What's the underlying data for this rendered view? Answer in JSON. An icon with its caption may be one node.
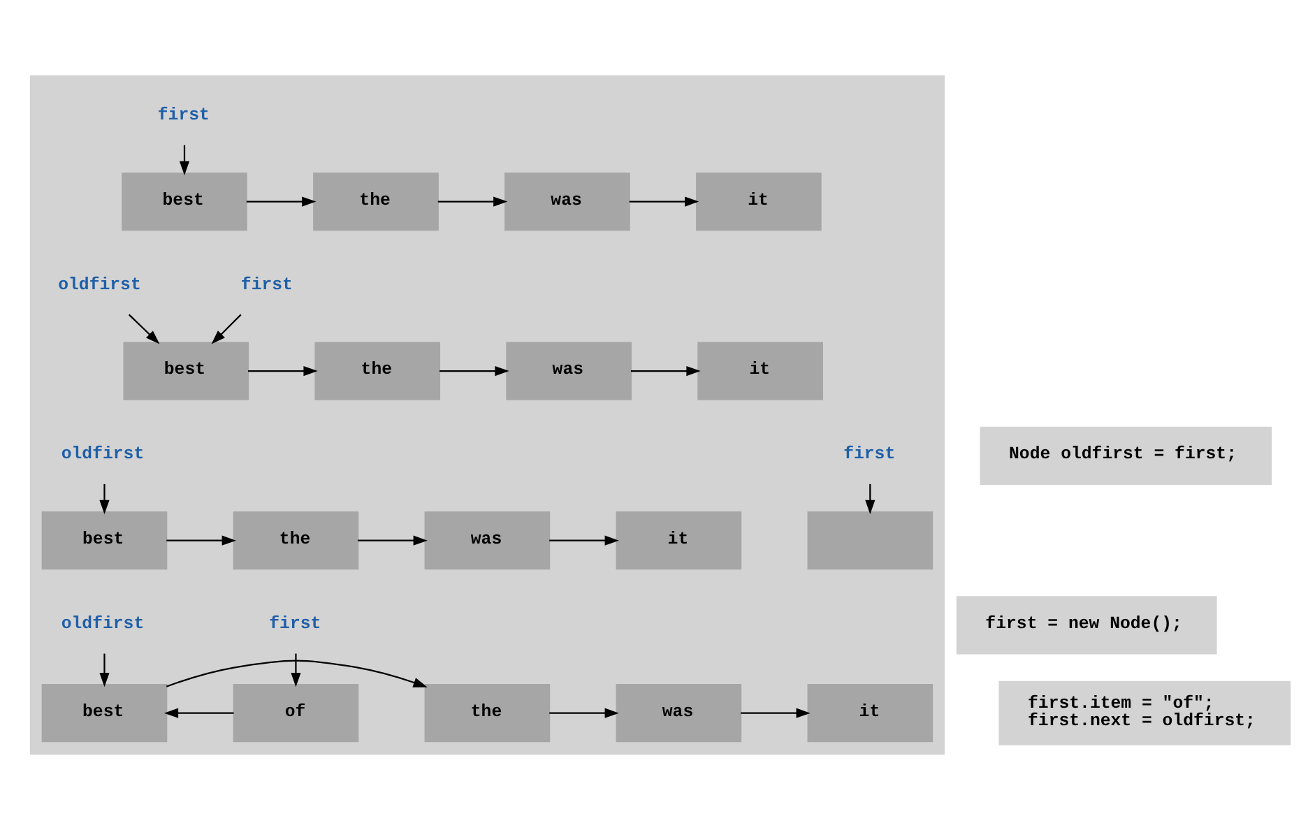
{
  "diagram": {
    "nodes": [
      {
        "text": [],
        "shape": "box"
      },
      {
        "text": [
          "first"
        ],
        "in": 0
      },
      {
        "text": [
          "best"
        ],
        "in": 0
      },
      {
        "text": [
          "the"
        ],
        "in": 0
      },
      {
        "text": [
          "was"
        ],
        "in": 0
      },
      {
        "text": [
          "it"
        ],
        "in": 0
      },
      {
        "text": [
          "first"
        ],
        "in": 0
      },
      {
        "text": [
          "oldfirst"
        ],
        "in": 0
      },
      {
        "text": [
          "best"
        ],
        "in": 0
      },
      {
        "text": [
          "the"
        ],
        "in": 0
      },
      {
        "text": [
          "was"
        ],
        "in": 0
      },
      {
        "text": [
          "it"
        ],
        "in": 0
      },
      {
        "text": [
          "first"
        ],
        "in": 0
      },
      {
        "text": [
          "oldfirst"
        ],
        "in": 0
      },
      {
        "text": [],
        "shape": "box",
        "in": 0
      },
      {
        "text": [
          "best"
        ],
        "in": 0
      },
      {
        "text": [
          "the"
        ],
        "in": 0
      },
      {
        "text": [
          "was"
        ],
        "in": 0
      },
      {
        "text": [
          "it"
        ],
        "in": 0
      },
      {
        "text": [
          "first"
        ],
        "in": 0
      },
      {
        "text": [
          "oldfirst"
        ],
        "in": 0
      },
      {
        "text": [
          "of"
        ],
        "in": 0
      },
      {
        "text": [
          "best"
        ],
        "in": 0
      },
      {
        "text": [
          "the"
        ],
        "in": 0
      },
      {
        "text": [
          "was"
        ],
        "in": 0
      },
      {
        "text": [
          "it"
        ],
        "in": 0
      },
      {
        "text": [
          "Node oldfirst = first;"
        ]
      },
      {
        "text": [
          "first = new Node();"
        ]
      },
      {
        "text": [
          "first.item = \"of\";",
          "first.next = oldfirst;"
        ]
      }
    ],
    "edges": [
      {
        "from": 1,
        "to": 2,
        "arrow": "to"
      },
      {
        "from": 2,
        "to": 3,
        "arrow": "to"
      },
      {
        "from": 3,
        "to": 4,
        "arrow": "to"
      },
      {
        "from": 4,
        "to": 5,
        "arrow": "to"
      },
      {
        "from": 6,
        "to": 8,
        "arrow": "to"
      },
      {
        "from": 7,
        "to": 8,
        "arrow": "to"
      },
      {
        "from": 8,
        "to": 9,
        "arrow": "to"
      },
      {
        "from": 9,
        "to": 10,
        "arrow": "to"
      },
      {
        "from": 10,
        "to": 11,
        "arrow": "to"
      },
      {
        "from": 12,
        "to": 14,
        "arrow": "to"
      },
      {
        "from": 13,
        "to": 15,
        "arrow": "to"
      },
      {
        "from": 15,
        "to": 16,
        "arrow": "to"
      },
      {
        "from": 16,
        "to": 17,
        "arrow": "to"
      },
      {
        "from": 17,
        "to": 18,
        "arrow": "to"
      },
      {
        "from": 19,
        "to": 21,
        "arrow": "to"
      },
      {
        "from": 20,
        "to": 22,
        "arrow": "to"
      },
      {
        "from": 21,
        "to": 22,
        "arrow": "to"
      },
      {
        "from": 22,
        "to": 23,
        "arrow": "to"
      },
      {
        "from": 23,
        "to": 24,
        "arrow": "to"
      },
      {
        "from": 24,
        "to": 25,
        "arrow": "to"
      }
    ]
  }
}
